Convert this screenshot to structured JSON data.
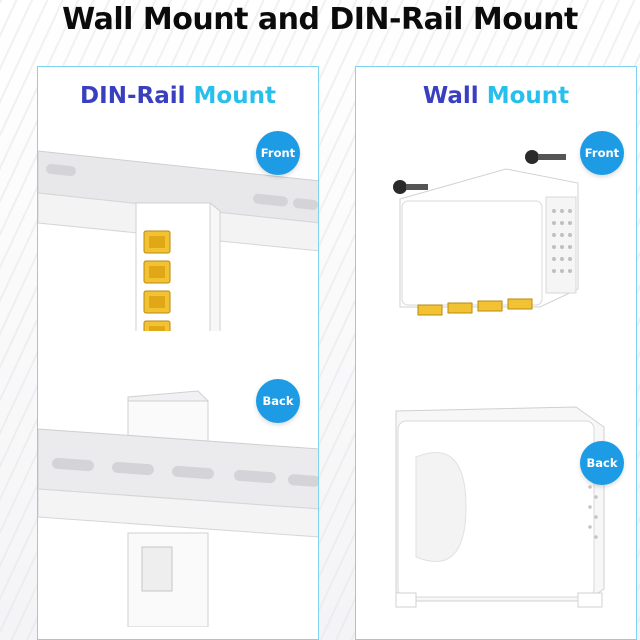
{
  "title": "Wall Mount and DIN-Rail Mount",
  "panels": {
    "left": {
      "title_part1": "DIN-Rail",
      "title_part2": "Mount",
      "badge_top": "Front",
      "badge_bottom": "Back"
    },
    "right": {
      "title_part1": "Wall",
      "title_part2": "Mount",
      "badge_top": "Front",
      "badge_bottom": "Back"
    }
  },
  "colors": {
    "accent_blue": "#1d9be5",
    "title_navy": "#3a3fbf",
    "title_cyan": "#27c0ec",
    "panel_border": "#7fd3ef",
    "port_yellow": "#f2c233"
  }
}
